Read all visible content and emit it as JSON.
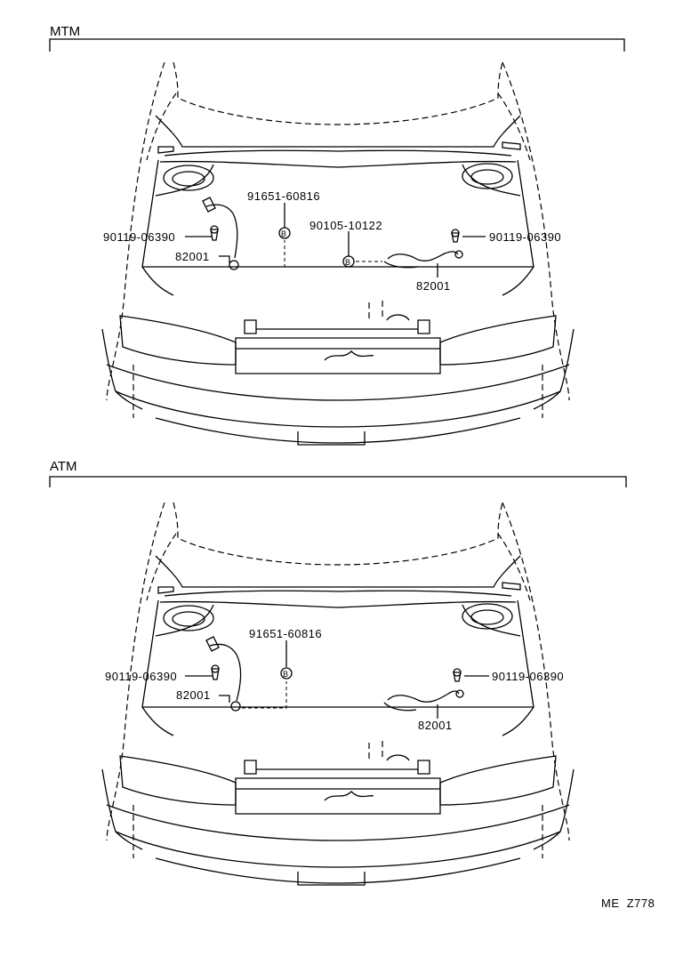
{
  "sections": [
    {
      "title": "MTM",
      "labels": {
        "part_91651": "91651-60816",
        "part_90105": "90105-10122",
        "left_bolt": "90119-06390",
        "left_cable": "82001",
        "right_bolt": "90119-06390",
        "right_cable": "82001",
        "callout_b_left": "B",
        "callout_b_mid": "B"
      }
    },
    {
      "title": "ATM",
      "labels": {
        "part_91651": "91651-60816",
        "left_bolt": "90119-06390",
        "left_cable": "82001",
        "right_bolt": "90119-06390",
        "right_cable": "82001",
        "callout_b_left": "B"
      }
    }
  ],
  "footer_code": "ME  Z778"
}
